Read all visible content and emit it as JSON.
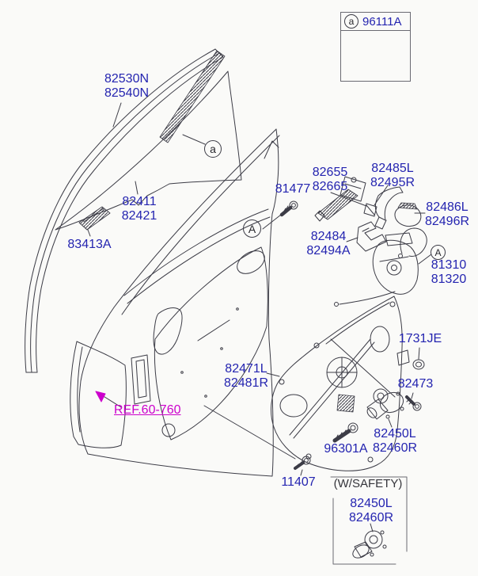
{
  "page": {
    "background": "#fafaf8"
  },
  "colors": {
    "part_label": "#2424b0",
    "line_art": "#3c3c46",
    "reference_link": "#cc00cc",
    "box_border": "#6a6a72"
  },
  "callout_box": {
    "marker": "a",
    "part_no": "96111A",
    "icon": "glass-warning-triangle-icon"
  },
  "markers": {
    "glass": "a",
    "door": "A",
    "latch": "A"
  },
  "labels": {
    "glass_run": [
      "82530N",
      "82540N"
    ],
    "glass": [
      "82411",
      "82421"
    ],
    "glass_clip": [
      "83413A"
    ],
    "hinge_bolt": [
      "81477"
    ],
    "handle_base": [
      "82655",
      "82665"
    ],
    "handle_bracket": [
      "82485L",
      "82495R"
    ],
    "outside_handle": [
      "82486L",
      "82496R"
    ],
    "handle_pad": [
      "82484",
      "82494A"
    ],
    "latch": [
      "81310",
      "81320"
    ],
    "grommet": [
      "1731JE"
    ],
    "module_bolt": [
      "82473"
    ],
    "module_panel": [
      "82471L",
      "82481R"
    ],
    "motor": [
      "82450L",
      "82460R"
    ],
    "regulator_bolt": [
      "96301A"
    ],
    "door_bolt": [
      "11407"
    ],
    "reference": "REF.60-760"
  },
  "safety_box": {
    "title": "(W/SAFETY)",
    "motor": [
      "82450L",
      "82460R"
    ]
  }
}
